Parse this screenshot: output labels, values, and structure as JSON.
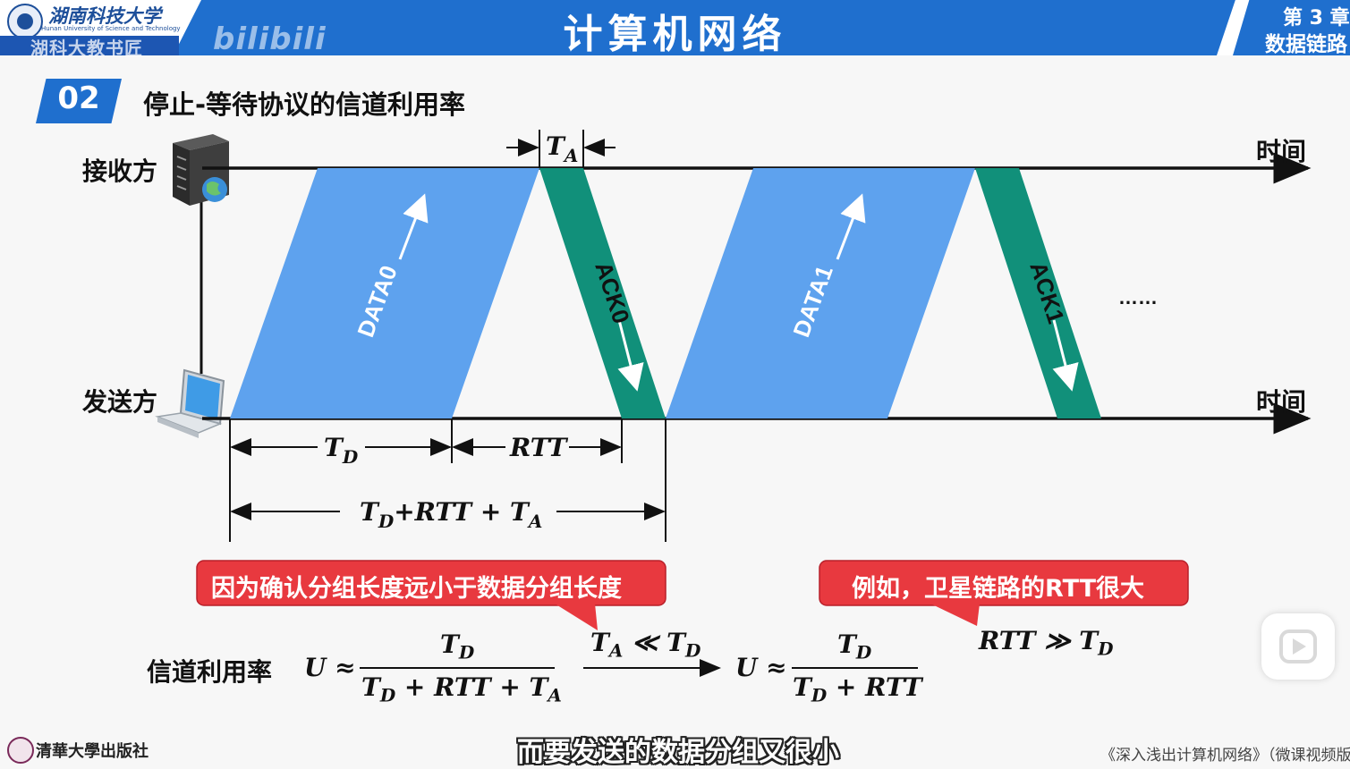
{
  "header": {
    "university_name": "湖南科技大学",
    "university_en": "Hunan University of Science and Technology",
    "logo_sub": "湖科大教书匠",
    "watermark": "bilibili",
    "course_title": "计算机网络",
    "chapter_line1": "第 3 章",
    "chapter_line2": "数据链路"
  },
  "section": {
    "number": "02",
    "title": "停止-等待协议的信道利用率"
  },
  "diagram": {
    "receiver_label": "接收方",
    "sender_label": "发送方",
    "time_label_top": "时间",
    "time_label_bottom": "时间",
    "ta_label": "T",
    "ta_sub": "A",
    "frames": [
      {
        "label": "DATA0",
        "color": "#5ea2ee"
      },
      {
        "label": "ACK0",
        "color": "#11907a"
      },
      {
        "label": "DATA1",
        "color": "#5ea2ee"
      },
      {
        "label": "ACK1",
        "color": "#11907a"
      }
    ],
    "ellipsis": "……",
    "td_label": "T",
    "td_sub": "D",
    "rtt_label": "RTT",
    "total_label": {
      "t1": "T",
      "s1": "D",
      "mid": "+RTT + T",
      "s2": "A"
    }
  },
  "callouts": {
    "left": "因为确认分组长度远小于数据分组长度",
    "right": "例如，卫星链路的RTT很大",
    "color": "#e8393f"
  },
  "formula": {
    "label": "信道利用率",
    "u_approx": "U ≈",
    "num1": "T",
    "num1_sub": "D",
    "den1": "T",
    "den1_sub": "D",
    "den1_mid": " + RTT + T",
    "den1_sub2": "A",
    "cond1_a": "T",
    "cond1_a_sub": "A",
    "cond1_mid": " ≪ T",
    "cond1_b_sub": "D",
    "u_approx2": "U ≈",
    "num2": "T",
    "num2_sub": "D",
    "den2": "T",
    "den2_sub": "D",
    "den2_mid": " + RTT",
    "cond2_a": "RTT ≫ T",
    "cond2_sub": "D"
  },
  "footer": {
    "publisher": "清華大學出版社",
    "subtitle": "而要发送的数据分组又很小",
    "book": "《深入浅出计算机网络》（微课视频版）"
  }
}
